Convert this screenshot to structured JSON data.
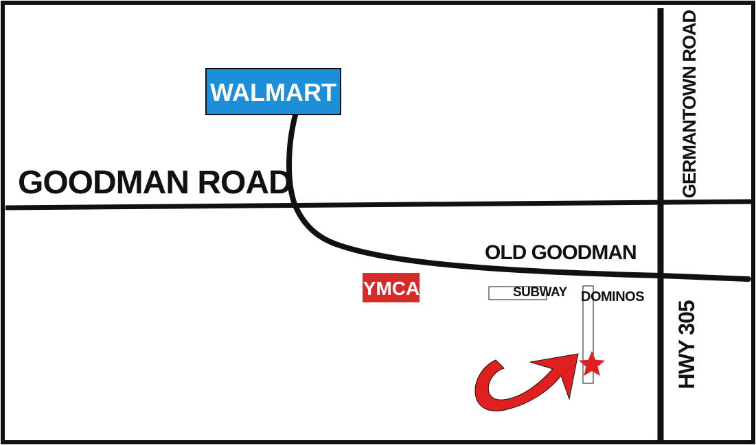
{
  "colors": {
    "road": "#111111",
    "walmart_sign": "#1c8fd8",
    "ymca_sign": "#d72b2b",
    "marker": "#e01f1f",
    "background": "#ffffff"
  },
  "roads": {
    "goodman": "GOODMAN ROAD",
    "germantown": "GERMANTOWN ROAD",
    "old_goodman": "OLD GOODMAN",
    "hwy": "HWY 305"
  },
  "landmarks": {
    "walmart": "WALMART",
    "ymca": "YMCA",
    "subway": "SUBWAY",
    "dominos": "DOMINOS"
  },
  "icons": {
    "destination": "star-icon",
    "direction": "curved-arrow-icon"
  }
}
